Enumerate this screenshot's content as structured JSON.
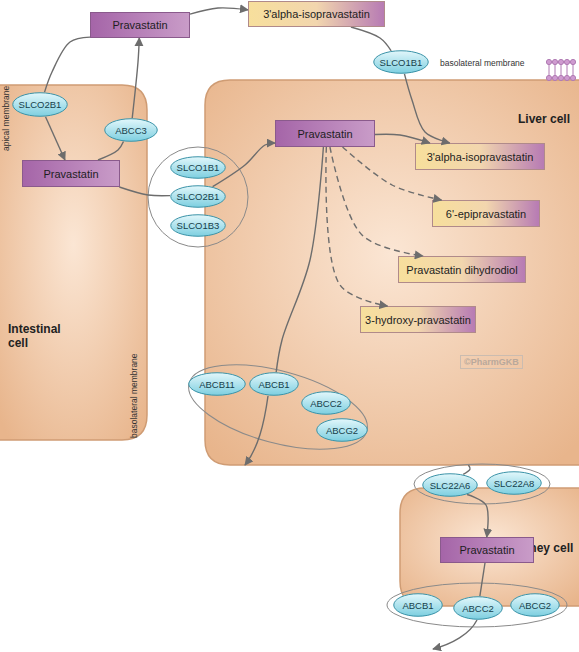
{
  "diagram": {
    "nodes": [
      {
        "text": [
          "Pravastatin"
        ]
      },
      {
        "text": [
          "3'alpha-isopravastatin"
        ]
      },
      {
        "text": [
          "SLCO1B1"
        ]
      },
      {
        "text": [
          "Intestinal cell",
          "apical membrane",
          "basolateral membrane"
        ]
      },
      {
        "text": [
          "Pravastatin"
        ],
        "in": 3
      },
      {
        "text": [
          "SLCO2B1"
        ]
      },
      {
        "text": [
          "ABCC3"
        ]
      },
      {
        "text": [
          "Liver cell",
          "basolateral membrane"
        ]
      },
      {
        "text": [
          "SLCO1B1"
        ]
      },
      {
        "text": [
          "SLCO2B1"
        ]
      },
      {
        "text": [
          "SLCO1B3"
        ]
      },
      {
        "text": [
          "Pravastatin"
        ],
        "in": 7
      },
      {
        "text": [
          "3'alpha-isopravastatin"
        ],
        "in": 7
      },
      {
        "text": [
          "6'-epipravastatin"
        ],
        "in": 7
      },
      {
        "text": [
          "Pravastatin dihydrodiol"
        ],
        "in": 7
      },
      {
        "text": [
          "3-hydroxy-pravastatin"
        ],
        "in": 7
      },
      {
        "text": [
          "ABCB11"
        ]
      },
      {
        "text": [
          "ABCB1"
        ]
      },
      {
        "text": [
          "ABCC2"
        ]
      },
      {
        "text": [
          "ABCG2"
        ]
      },
      {
        "text": [
          "Kidney cell"
        ]
      },
      {
        "text": [
          "SLC22A6"
        ]
      },
      {
        "text": [
          "SLC22A8"
        ]
      },
      {
        "text": [
          "Pravastatin"
        ],
        "in": 20
      },
      {
        "text": [
          "ABCB1"
        ]
      },
      {
        "text": [
          "ABCC2"
        ]
      },
      {
        "text": [
          "ABCG2"
        ]
      }
    ],
    "edges": [
      {
        "from": 0,
        "to": 5,
        "arrow": "none"
      },
      {
        "from": 5,
        "to": 4,
        "arrow": "to"
      },
      {
        "from": 4,
        "to": 6,
        "arrow": "none"
      },
      {
        "from": 6,
        "to": 0,
        "arrow": "to"
      },
      {
        "from": 0,
        "to": 1,
        "arrow": "to"
      },
      {
        "from": 1,
        "to": 2,
        "arrow": "none"
      },
      {
        "from": 2,
        "to": 12,
        "arrow": "to"
      },
      {
        "from": 4,
        "to": 9,
        "arrow": "none"
      },
      {
        "from": 9,
        "to": 11,
        "arrow": "to"
      },
      {
        "from": 11,
        "to": 12,
        "arrow": "to"
      },
      {
        "from": 11,
        "to": 13,
        "arrow": "to"
      },
      {
        "from": 11,
        "to": 14,
        "arrow": "to"
      },
      {
        "from": 11,
        "to": 15,
        "arrow": "to"
      },
      {
        "from": 11,
        "to": 17,
        "arrow": "none"
      },
      {
        "from": 7,
        "to": 21,
        "arrow": "none"
      },
      {
        "from": 21,
        "to": 23,
        "arrow": "to"
      },
      {
        "from": 23,
        "to": 25,
        "arrow": "none"
      }
    ],
    "labels": [
      "©PharmGKB"
    ]
  }
}
